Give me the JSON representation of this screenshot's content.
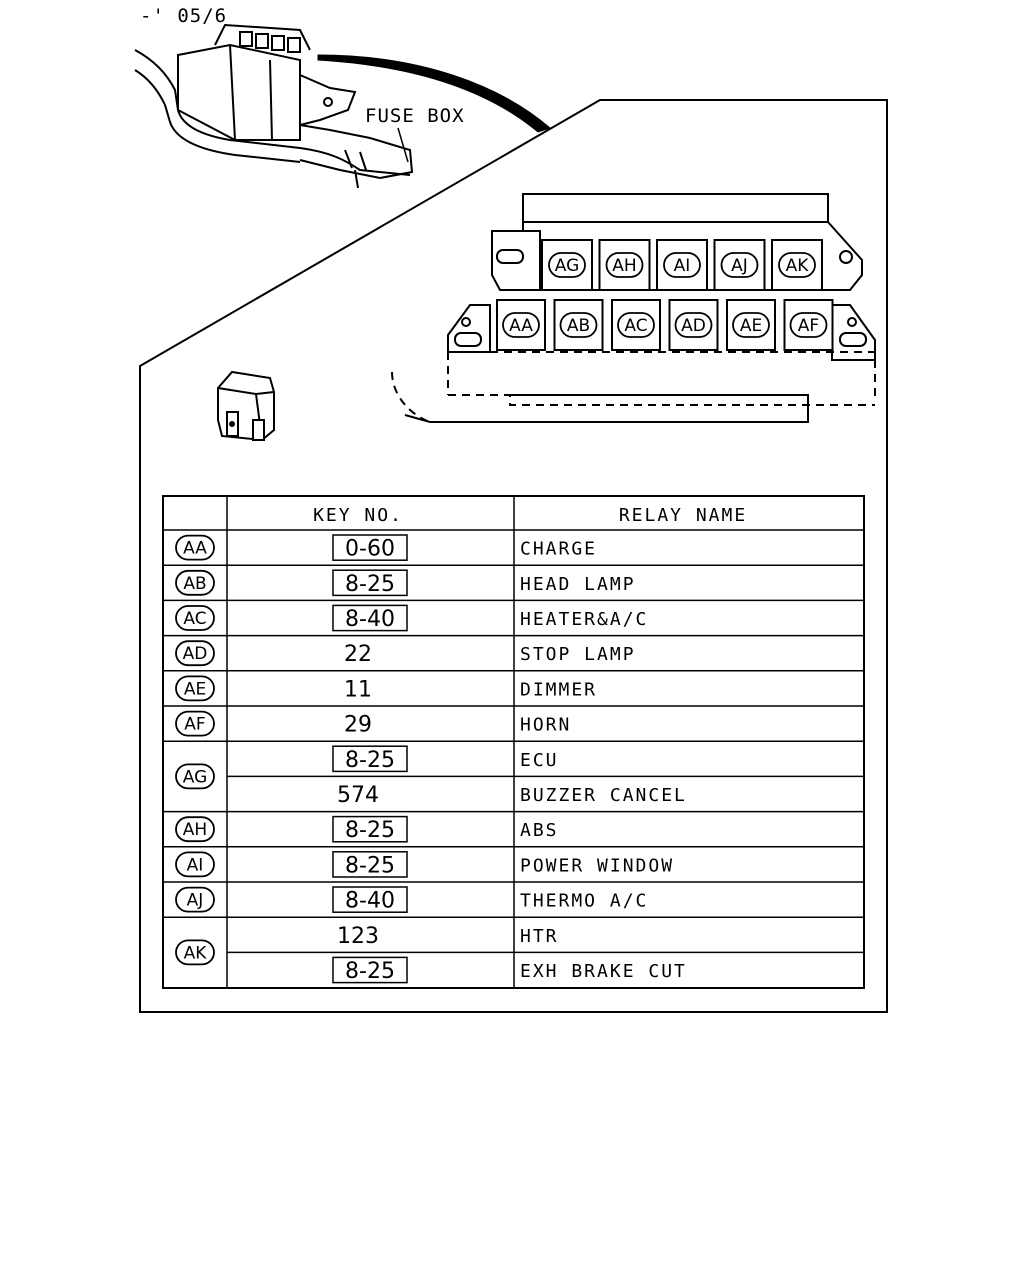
{
  "header": {
    "date_code": "-' 05/6"
  },
  "fuse_box_label": "FUSE BOX",
  "relay_slots": {
    "top_row": [
      "AG",
      "AH",
      "AI",
      "AJ",
      "AK"
    ],
    "bottom_row": [
      "AA",
      "AB",
      "AC",
      "AD",
      "AE",
      "AF"
    ]
  },
  "table": {
    "headers": {
      "code": "",
      "key": "KEY NO.",
      "name": "RELAY NAME"
    },
    "rows": [
      {
        "code": "AA",
        "key": "0-60",
        "boxed": true,
        "name": "CHARGE"
      },
      {
        "code": "AB",
        "key": "8-25",
        "boxed": true,
        "name": "HEAD LAMP"
      },
      {
        "code": "AC",
        "key": "8-40",
        "boxed": true,
        "name": "HEATER&A/C"
      },
      {
        "code": "AD",
        "key": "22",
        "boxed": false,
        "name": "STOP LAMP"
      },
      {
        "code": "AE",
        "key": "11",
        "boxed": false,
        "name": "DIMMER"
      },
      {
        "code": "AF",
        "key": "29",
        "boxed": false,
        "name": "HORN"
      },
      {
        "code": "AG",
        "key": "8-25",
        "boxed": true,
        "name": "ECU"
      },
      {
        "code": "",
        "key": "574",
        "boxed": false,
        "name": "BUZZER CANCEL"
      },
      {
        "code": "AH",
        "key": "8-25",
        "boxed": true,
        "name": "ABS"
      },
      {
        "code": "AI",
        "key": "8-25",
        "boxed": true,
        "name": "POWER WINDOW"
      },
      {
        "code": "AJ",
        "key": "8-40",
        "boxed": true,
        "name": "THERMO A/C"
      },
      {
        "code": "AK",
        "key": "123",
        "boxed": false,
        "name": "HTR"
      },
      {
        "code": "",
        "key": "8-25",
        "boxed": true,
        "name": "EXH BRAKE CUT"
      }
    ]
  }
}
